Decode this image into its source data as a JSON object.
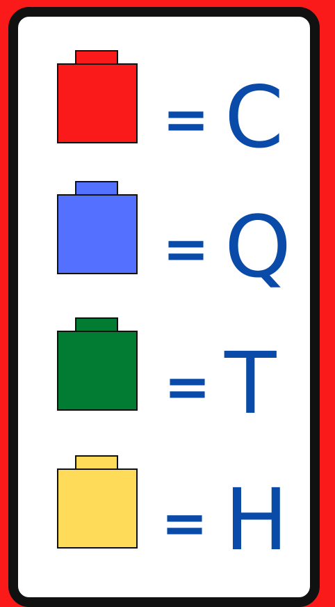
{
  "legend": [
    {
      "color": "#fb1a1a",
      "symbol": "=",
      "letter": "C"
    },
    {
      "color": "#5470ff",
      "symbol": "=",
      "letter": "Q"
    },
    {
      "color": "#027c32",
      "symbol": "=",
      "letter": "T"
    },
    {
      "color": "#ffdb5a",
      "symbol": "=",
      "letter": "H"
    }
  ],
  "colors": {
    "background": "#fb1a1a",
    "frame": "#111111",
    "panel": "#ffffff",
    "text": "#0a4aa8"
  }
}
